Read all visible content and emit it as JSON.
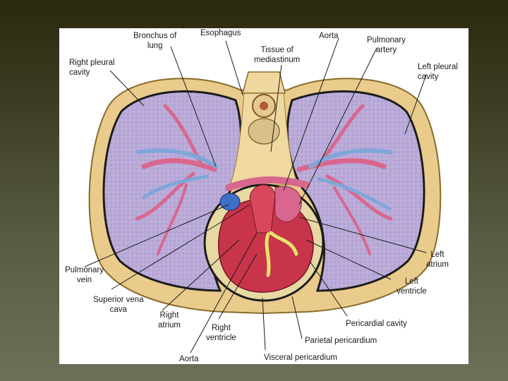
{
  "labels": {
    "bronchus": [
      "Bronchus of",
      "lung"
    ],
    "esophagus": [
      "Esophagus"
    ],
    "aorta_top": [
      "Aorta"
    ],
    "pulmonary_artery": [
      "Pulmonary",
      "artery"
    ],
    "tissue_mediastinum": [
      "Tissue of",
      "mediastinum"
    ],
    "right_pleural": [
      "Right pleural",
      "cavity"
    ],
    "left_pleural": [
      "Left pleural",
      "cavity"
    ],
    "left_atrium": [
      "Left",
      "atrium"
    ],
    "left_ventricle": [
      "Left",
      "ventricle"
    ],
    "pulmonary_vein": [
      "Pulmonary",
      "vein"
    ],
    "superior_vena_cava": [
      "Superior vena",
      "cava"
    ],
    "right_atrium": [
      "Right",
      "atrium"
    ],
    "right_ventricle": [
      "Right",
      "ventricle"
    ],
    "pericardial_cavity": [
      "Pericardial cavity"
    ],
    "parietal_pericardium": [
      "Parietal pericardium"
    ],
    "aorta_bottom": [
      "Aorta"
    ],
    "visceral_pericardium": [
      "Visceral pericardium"
    ]
  },
  "colors": {
    "lung": "#b8a9d6",
    "body_wall": "#e8c98a",
    "artery": "#d9678d",
    "vein": "#3f6fc7",
    "bronchus": "#7fa6d8",
    "heart": "#c8344a",
    "fat": "#e8e36a"
  }
}
